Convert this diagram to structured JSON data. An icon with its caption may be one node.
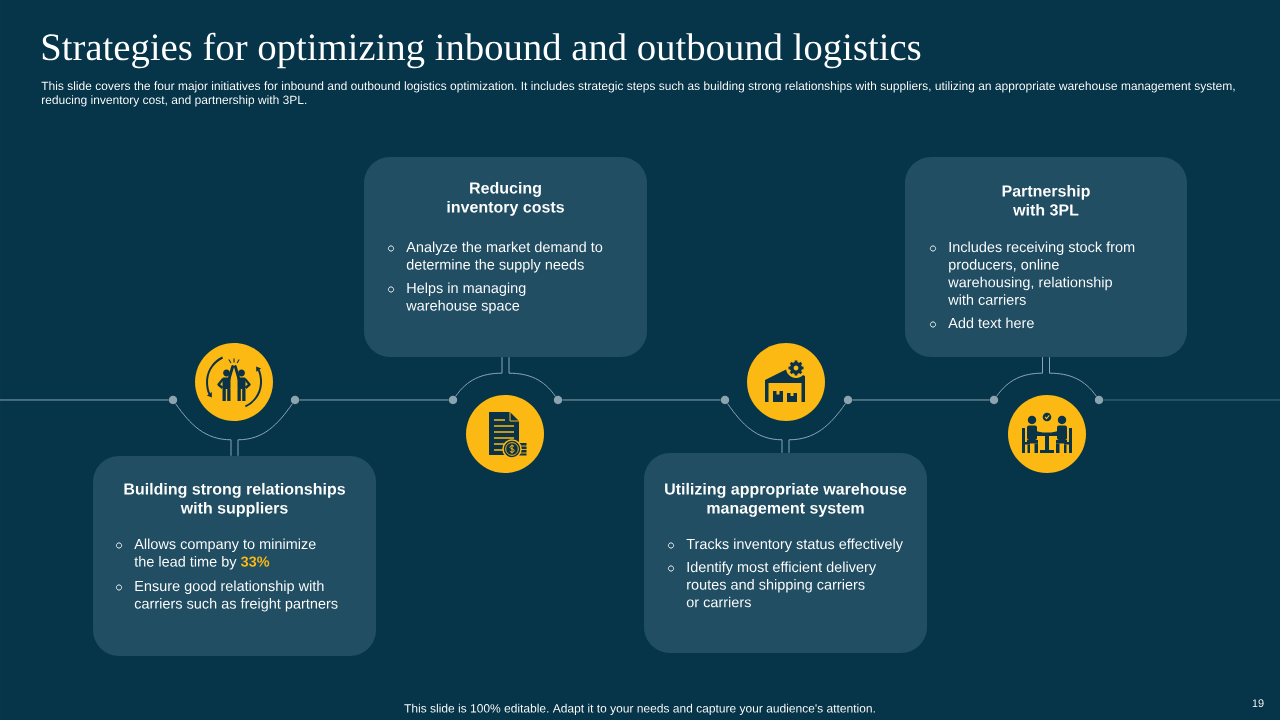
{
  "diagram": {
    "title": "Strategies for optimizing inbound and outbound logistics",
    "nodes": [
      {
        "text": [
          "Building strong relationships with suppliers",
          "Allows company to minimize the lead time by **33%**",
          "Ensure good relationship with carriers such as freight partners"
        ]
      },
      {
        "text": [
          "Reducing inventory costs",
          "Analyze the market demand to determine the supply needs",
          "Helps in managing warehouse space"
        ]
      },
      {
        "text": [
          "Utilizing appropriate warehouse management system",
          "Tracks inventory status effectively",
          "Identify most efficient delivery routes and shipping carriers or carriers"
        ]
      },
      {
        "text": [
          "Partnership with 3PL",
          "Includes receiving stock from producers, online warehousing, relationship with carriers",
          "Add text here"
        ]
      },
      {
        "text": [],
        "shape": "circle"
      },
      {
        "text": [],
        "shape": "circle"
      },
      {
        "text": [],
        "shape": "circle"
      },
      {
        "text": [],
        "shape": "circle"
      },
      {
        "text": [],
        "shape": "circle"
      },
      {
        "text": [],
        "shape": "circle"
      },
      {
        "text": [],
        "shape": "circle"
      },
      {
        "text": [],
        "shape": "circle"
      }
    ],
    "edges": [
      {
        "from": 0,
        "to": 4,
        "arrow": "none"
      },
      {
        "from": 0,
        "to": 5,
        "arrow": "none"
      },
      {
        "from": 1,
        "to": 6,
        "arrow": "none"
      },
      {
        "from": 1,
        "to": 7,
        "arrow": "none"
      },
      {
        "from": 2,
        "to": 8,
        "arrow": "none"
      },
      {
        "from": 2,
        "to": 9,
        "arrow": "none"
      },
      {
        "from": 3,
        "to": 10,
        "arrow": "none"
      },
      {
        "from": 3,
        "to": 11,
        "arrow": "none"
      },
      {
        "from": null,
        "to": 4,
        "arrow": "none"
      },
      {
        "from": 5,
        "to": 6,
        "arrow": "none"
      },
      {
        "from": 7,
        "to": 8,
        "arrow": "none"
      },
      {
        "from": 9,
        "to": 10,
        "arrow": "none"
      },
      {
        "from": 11,
        "to": null,
        "arrow": "none"
      }
    ],
    "labels": [
      "This slide covers the four major initiatives for inbound and outbound logistics optimization. It includes strategic steps such as building strong relationships with suppliers, utilizing an appropriate warehouse management system, reducing inventory cost, and partnership with 3PL.",
      "This slide is 100% editable. Adapt it to your needs and capture your audience's attention.",
      "19"
    ]
  }
}
